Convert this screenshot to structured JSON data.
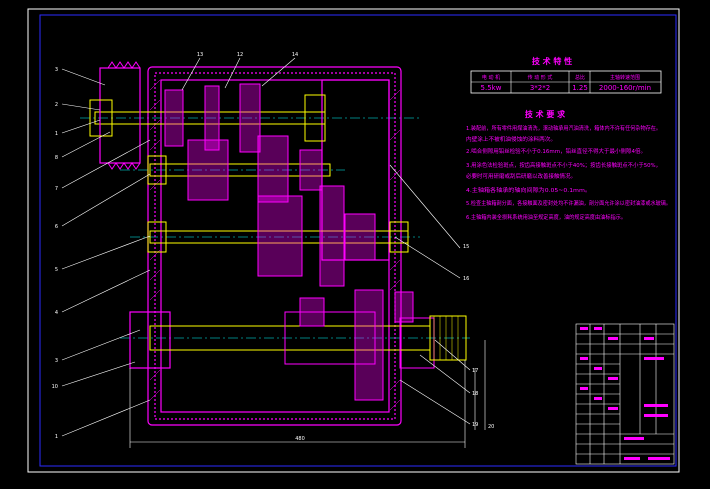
{
  "colors": {
    "background": "#000000",
    "frame": "#ffffff",
    "frame_blue": "#2b2bff",
    "housing": "#ff00ff",
    "gear": "#ff00ff",
    "shaft": "#ffff00",
    "center_line": "#00ffff",
    "dim_line": "#ffffff",
    "text": "#ff00ff",
    "leader": "#ffffff"
  },
  "tech_specs": {
    "title": "技 术 特 性",
    "headers": [
      "电 动 机",
      "传 动 形 式",
      "总比",
      "主轴转速范围"
    ],
    "values": [
      "5.5kw",
      "3*2*2",
      "1.25",
      "2000-160r/min"
    ]
  },
  "tech_requirements": {
    "title": "技 术 要 求",
    "items": [
      "1.装配前，所有零件用煤油清洗，滚动轴承用汽油清洗，箱体内不许有任何杂物存在。",
      "  内壁涂上不被机油侵蚀的涂料两次。",
      "2.啮合侧隙用铅丝检验不小于0.16mm，铅丝直径不得大于最小侧隙4倍。",
      "3.用涂色法检验斑点，按齿高接触斑点不小于40%；按齿长接触斑点不小于50%，",
      "  必要时可用研磨或刮后研磨以改善接触情况。",
      "4.主轴箱各轴承的轴向间隙为0.05~0.1mm。",
      "5.检查主轴箱剖分面，各接触面及密封处均不许漏油，剖分面允许涂以密封油漆或水玻璃。",
      "6.主轴箱内装全损耗系统用油至规定高度，油的规定高度由油标指示。"
    ]
  },
  "part_labels_left": [
    "3",
    "2",
    "1",
    "8",
    "7",
    "6",
    "5",
    "4",
    "3",
    "10",
    "1"
  ],
  "part_labels_top": [
    "13",
    "12",
    "14"
  ],
  "part_labels_right": [
    "15",
    "16",
    "17",
    "18",
    "19",
    "20"
  ],
  "overall_dimension": "480"
}
